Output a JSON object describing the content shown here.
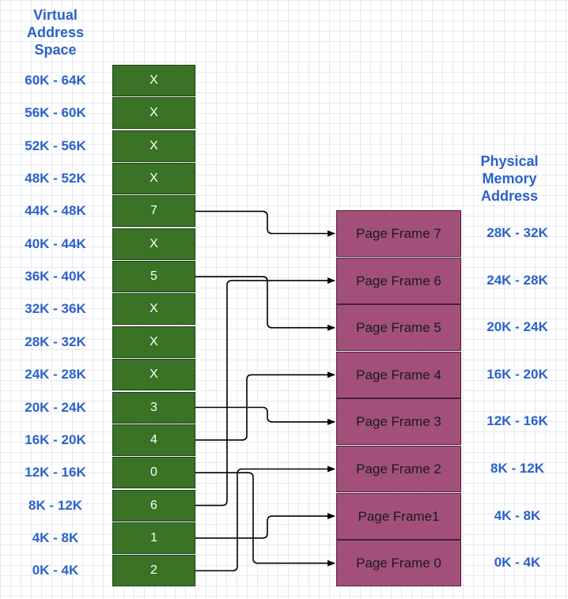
{
  "virtual_header": [
    "Virtual",
    "Address",
    "Space"
  ],
  "physical_header": [
    "Physical",
    "Memory",
    "Address"
  ],
  "virtual_pages": [
    {
      "range": "60K - 64K",
      "frame": "X"
    },
    {
      "range": "56K - 60K",
      "frame": "X"
    },
    {
      "range": "52K - 56K",
      "frame": "X"
    },
    {
      "range": "48K - 52K",
      "frame": "X"
    },
    {
      "range": "44K - 48K",
      "frame": "7"
    },
    {
      "range": "40K - 44K",
      "frame": "X"
    },
    {
      "range": "36K - 40K",
      "frame": "5"
    },
    {
      "range": "32K - 36K",
      "frame": "X"
    },
    {
      "range": "28K - 32K",
      "frame": "X"
    },
    {
      "range": "24K - 28K",
      "frame": "X"
    },
    {
      "range": "20K - 24K",
      "frame": "3"
    },
    {
      "range": "16K - 20K",
      "frame": "4"
    },
    {
      "range": "12K - 16K",
      "frame": "0"
    },
    {
      "range": "8K - 12K",
      "frame": "6"
    },
    {
      "range": "4K - 8K",
      "frame": "1"
    },
    {
      "range": "0K - 4K",
      "frame": "2"
    }
  ],
  "page_frames": [
    {
      "label": "Page Frame 7",
      "range": "28K - 32K"
    },
    {
      "label": "Page Frame 6",
      "range": "24K - 28K"
    },
    {
      "label": "Page Frame 5",
      "range": "20K - 24K"
    },
    {
      "label": "Page Frame 4",
      "range": "16K - 20K"
    },
    {
      "label": "Page Frame 3",
      "range": "12K - 16K"
    },
    {
      "label": "Page Frame 2",
      "range": "8K - 12K"
    },
    {
      "label": "Page Frame1",
      "range": "4K - 8K"
    },
    {
      "label": "Page Frame 0",
      "range": "0K - 4K"
    }
  ],
  "colors": {
    "label_blue": "#2a62c9",
    "virtual_cell": "#3a7226",
    "page_frame": "#a2507a",
    "arrow": "#000000"
  }
}
